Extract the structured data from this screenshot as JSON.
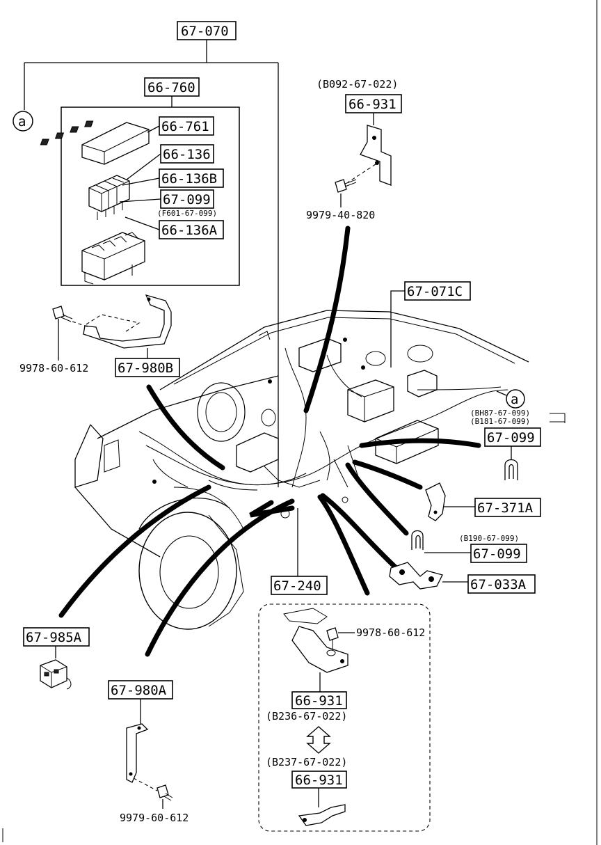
{
  "labels": {
    "main_harness": "67-070",
    "relay_block": "66-760",
    "block_cover": "66-761",
    "relay_1": "66-136",
    "relay_2": "66-136B",
    "fuse_1": "67-099",
    "fuse_1_ref": "(F601-67-099)",
    "relay_3": "66-136A",
    "bracket_top_ref": "(B092-67-022)",
    "bracket_top": "66-931",
    "bolt_top": "9979-40-820",
    "harness_c": "67-071C",
    "bolt_left": "9978-60-612",
    "bracket_b": "67-980B",
    "fuse_refs": [
      "(BH87-67-099)",
      "(B181-67-099)"
    ],
    "fuse_2": "67-099",
    "clip_a": "67-371A",
    "fuse_3_ref": "(B190-67-099)",
    "fuse_3": "67-099",
    "plate_a": "67-033A",
    "harness_240": "67-240",
    "connector_a": "67-985A",
    "bracket_a": "67-980A",
    "bolt_bottom": "9979-60-612",
    "bolt_inset": "9978-60-612",
    "inset_bracket_1": "66-931",
    "inset_ref_1": "(B236-67-022)",
    "inset_ref_2": "(B237-67-022)",
    "inset_bracket_2": "66-931",
    "ref_marker": "a",
    "ref_marker_2": "a"
  }
}
